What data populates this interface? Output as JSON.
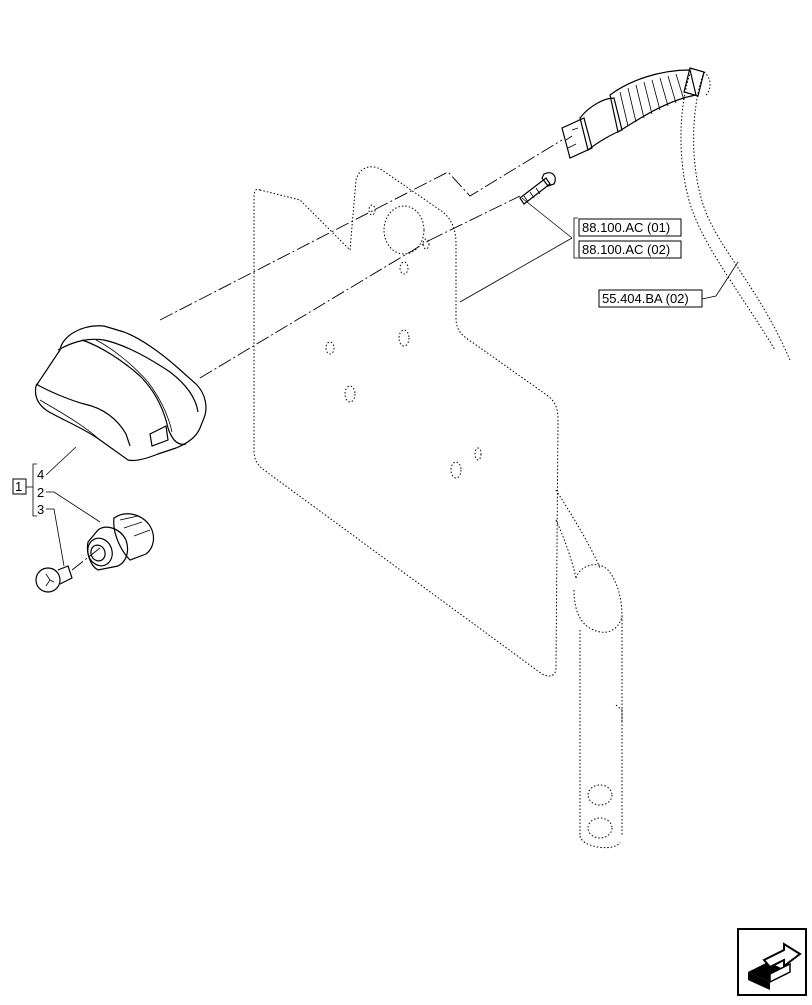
{
  "references": {
    "ref_1": "88.100.AC (01)",
    "ref_2": "88.100.AC (02)",
    "ref_3": "55.404.BA (02)"
  },
  "callouts": {
    "group_label": "1",
    "item_4": "4",
    "item_2": "2",
    "item_3": "3"
  },
  "icons": {
    "navigation": "next-page-arrow-icon"
  }
}
